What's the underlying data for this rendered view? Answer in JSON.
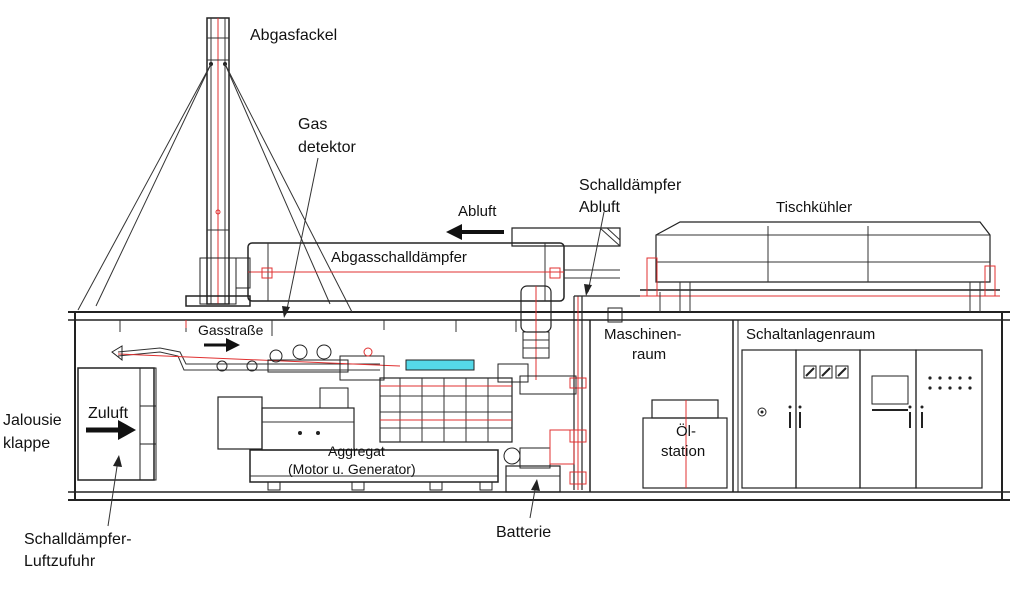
{
  "labels": {
    "abgasfackel": "Abgasfackel",
    "gas_detektor_1": "Gas",
    "gas_detektor_2": "detektor",
    "schalldaempfer_abluft_1": "Schalldämpfer",
    "schalldaempfer_abluft_2": "Abluft",
    "tischkuehler": "Tischkühler",
    "abluft": "Abluft",
    "abgasschalldaempfer": "Abgasschalldämpfer",
    "gasstrasse": "Gasstraße",
    "maschinenraum_1": "Maschinen-",
    "maschinenraum_2": "raum",
    "schaltanlagenraum": "Schaltanlagenraum",
    "jalousie_1": "Jalousie",
    "jalousie_2": "klappe",
    "zuluft": "Zuluft",
    "aggregat_1": "Aggregat",
    "aggregat_2": "(Motor u. Generator)",
    "oelstation_1": "Öl-",
    "oelstation_2": "station",
    "schalldaempfer_luftzufuhr_1": "Schalldämpfer-",
    "schalldaempfer_luftzufuhr_2": "Luftzufuhr",
    "batterie": "Batterie"
  },
  "colors": {
    "line": "#222222",
    "pipe_red": "#e03030",
    "cyan_part": "#55d8e8"
  }
}
